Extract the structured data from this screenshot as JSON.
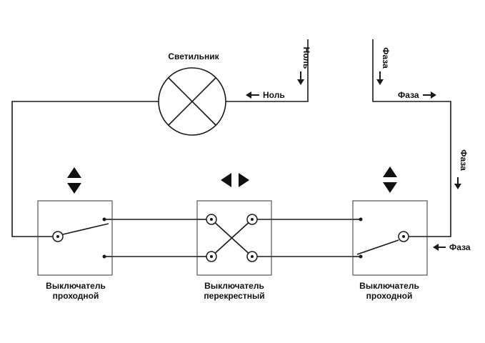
{
  "labels": {
    "lamp": "Светильник",
    "neutral_in_vertical": "Ноль",
    "neutral_to_lamp": "Ноль",
    "phase_in_vertical": "Фаза",
    "phase_horizontal": "Фаза",
    "phase_down_vertical": "Фаза",
    "phase_to_switch": "Фаза",
    "left_switch_line1": "Выключатель",
    "left_switch_line2": "проходной",
    "middle_switch_line1": "Выключатель",
    "middle_switch_line2": "перекрестный",
    "right_switch_line1": "Выключатель",
    "right_switch_line2": "проходной"
  },
  "icons": {
    "left_switch_indicator": "up-down-triangles-icon",
    "middle_switch_indicator": "left-right-triangles-icon",
    "right_switch_indicator": "up-down-triangles-icon",
    "lamp_symbol": "lamp-cross-icon"
  },
  "colors": {
    "line": "#1a1a1a",
    "box_border": "#555555",
    "background": "#ffffff"
  }
}
